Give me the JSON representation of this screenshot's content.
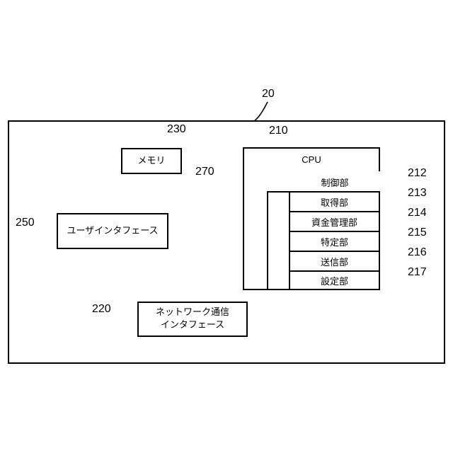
{
  "device": {
    "ref": "20"
  },
  "memory": {
    "ref": "230",
    "label": "メモリ"
  },
  "bus": {
    "ref": "270"
  },
  "cpu": {
    "ref": "210",
    "label": "CPU",
    "units": [
      {
        "ref": "212",
        "label": "制御部"
      },
      {
        "ref": "213",
        "label": "取得部"
      },
      {
        "ref": "214",
        "label": "資金管理部"
      },
      {
        "ref": "215",
        "label": "特定部"
      },
      {
        "ref": "216",
        "label": "送信部"
      },
      {
        "ref": "217",
        "label": "設定部"
      }
    ]
  },
  "user_interface": {
    "ref": "250",
    "label": "ユーザインタフェース"
  },
  "network_interface": {
    "ref": "220",
    "label_line1": "ネットワーク通信",
    "label_line2": "インタフェース"
  }
}
